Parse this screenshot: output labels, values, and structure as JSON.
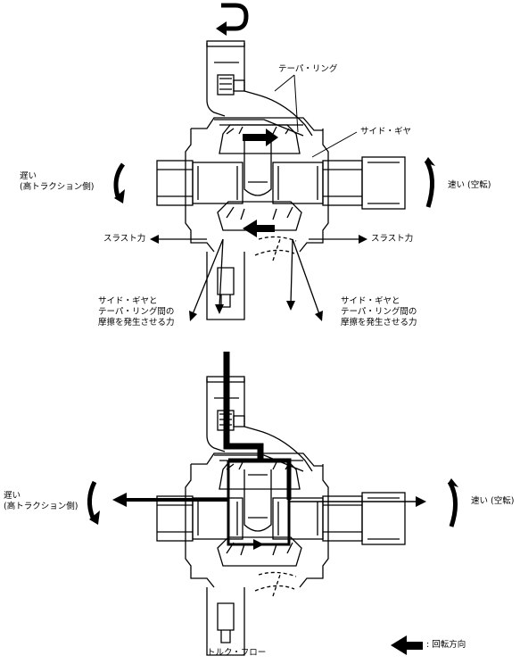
{
  "top_diagram": {
    "label_taper_ring": "テーパ・リング",
    "label_side_gear": "サイド・ギヤ",
    "label_left_wheel": "遅い\n(高トラクション側)",
    "label_right_wheel": "速い (空転)",
    "label_thrust_left": "スラスト力",
    "label_thrust_right": "スラスト力",
    "label_friction_left": "サイド・ギヤと\nテーパ・リング間の\n摩擦を発生させる力",
    "label_friction_right": "サイド・ギヤと\nテーパ・リング間の\n摩擦を発生させる力"
  },
  "bottom_diagram": {
    "label_left_wheel": "遅い\n(高トラクション側)",
    "label_right_wheel": "速い (空転)",
    "caption": "トルク・フロー"
  },
  "legend": {
    "label": ": 回転方向"
  }
}
